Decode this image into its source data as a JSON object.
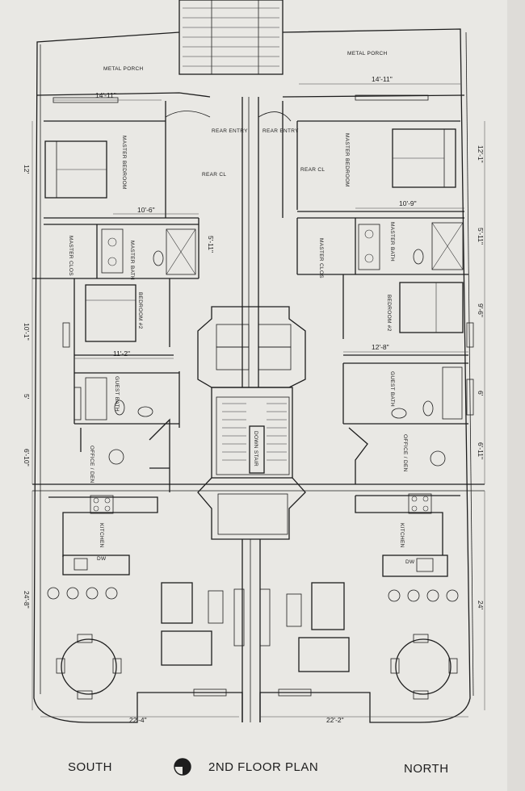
{
  "title": "2ND FLOOR PLAN",
  "compass": {
    "left": "SOUTH",
    "right": "NORTH"
  },
  "rooms": {
    "metal_porch_s": "METAL PORCH",
    "metal_porch_n": "METAL PORCH",
    "rear_entry_s": "REAR ENTRY",
    "rear_entry_n": "REAR ENTRY",
    "master_bedroom_s": "MASTER BEDROOM",
    "master_bedroom_n": "MASTER BEDROOM",
    "rear_closet_s": "REAR CL",
    "rear_closet_n": "REAR CL",
    "master_closet_s": "MASTER CLOS",
    "master_closet_n": "MASTER CLOS",
    "master_bath_s": "MASTER BATH",
    "master_bath_n": "MASTER BATH",
    "bedroom2_s": "BEDROOM #2",
    "bedroom2_n": "BEDROOM #2",
    "guest_bath_s": "GUEST BATH",
    "guest_bath_n": "GUEST BATH",
    "office_s": "OFFICE / DEN",
    "office_n": "OFFICE / DEN",
    "kitchen_s": "KITCHEN",
    "kitchen_n": "KITCHEN",
    "dw_s": "DW",
    "dw_n": "DW",
    "stair": "DOWN STAIR"
  },
  "dimensions": {
    "mb_width_s": "14'-11\"",
    "mb_width_n": "14'-11\"",
    "mb_depth_s": "12'",
    "mb_depth_n": "12'-1\"",
    "bath_width_s": "10'-6\"",
    "bath_width_n": "10'-9\"",
    "bath_depth_s": "5'-11\"",
    "bath_depth_n": "5'-11\"",
    "bed2_depth_s": "10'-1\"",
    "bed2_depth_n": "9'-6\"",
    "bed2_width_s": "11'-2\"",
    "bed2_width_n": "12'-8\"",
    "gbath_s": "5'",
    "gbath_n": "6'",
    "office_s": "6'-10\"",
    "office_n": "6'-11\"",
    "living_s": "24'-8\"",
    "living_n": "24'",
    "bottom_s": "22'-4\"",
    "bottom_n": "22'-2\""
  },
  "colors": {
    "paper": "#e9e8e4",
    "ink": "#1d1d1d"
  }
}
